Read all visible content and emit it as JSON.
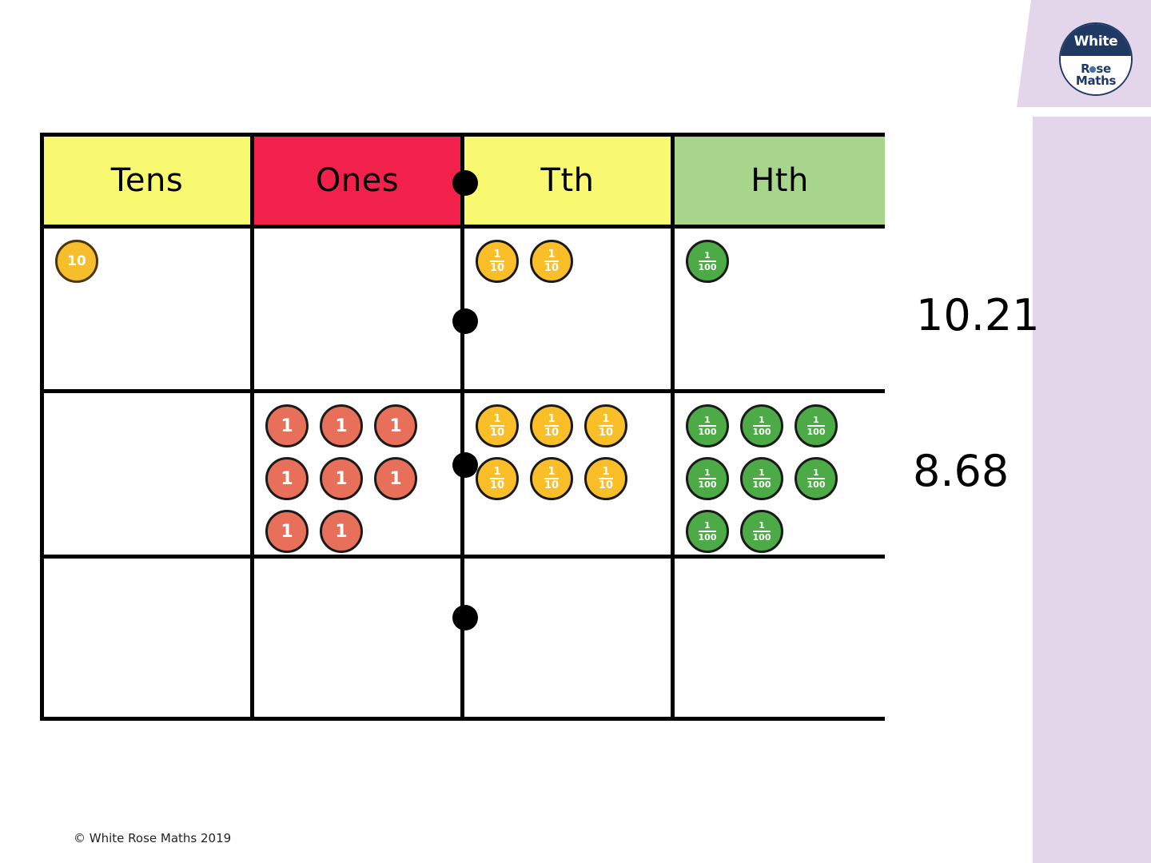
{
  "brand": {
    "logo_line1": "White",
    "logo_line2_a": "R",
    "logo_line2_b": "se",
    "logo_line3": "Maths",
    "panel_color": "#E3D6EA",
    "navy": "#1F3864"
  },
  "chart_data": {
    "type": "table",
    "title": "Place value chart with place value counters",
    "columns": [
      {
        "label": "Tens",
        "header_color": "#F9F871",
        "place": "tens"
      },
      {
        "label": "Ones",
        "header_color": "#F2214B",
        "place": "ones"
      },
      {
        "label": "Tth",
        "header_color": "#F9F871",
        "place": "tenths"
      },
      {
        "label": "Hth",
        "header_color": "#A8D58C",
        "place": "hundredths"
      }
    ],
    "decimal_point_after_column": "Ones",
    "rows": [
      {
        "value": "10.21",
        "counts": {
          "tens": 1,
          "ones": 0,
          "tenths": 2,
          "hundredths": 1
        }
      },
      {
        "value": "8.68",
        "counts": {
          "tens": 0,
          "ones": 8,
          "tenths": 6,
          "hundredths": 8
        }
      },
      {
        "value": "",
        "counts": {
          "tens": 0,
          "ones": 0,
          "tenths": 0,
          "hundredths": 0
        }
      }
    ],
    "counter_labels": {
      "ten": "10",
      "one": "1",
      "tenth_numerator": "1",
      "tenth_denominator": "10",
      "hundredth_numerator": "1",
      "hundredth_denominator": "100"
    },
    "counter_colors": {
      "ten": "#F5BE2A",
      "one": "#E8705A",
      "tenth": "#F9BE28",
      "hundredth": "#4CAB46"
    }
  },
  "values": {
    "row1": "10.21",
    "row2": "8.68"
  },
  "footer": {
    "copyright": "© White Rose Maths 2019"
  }
}
